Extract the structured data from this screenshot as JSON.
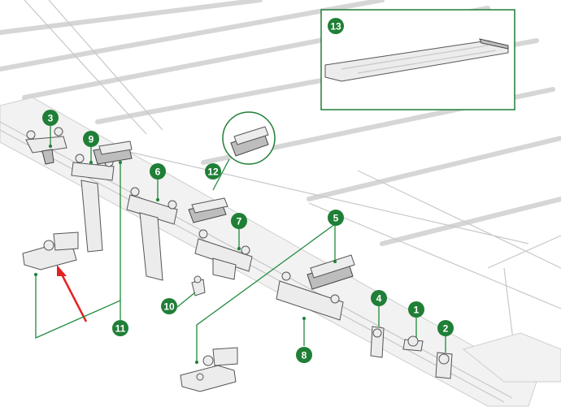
{
  "accent_color": "#1f7f36",
  "arrow_color": "#e32222",
  "callouts": [
    {
      "id": "c1",
      "label": "1"
    },
    {
      "id": "c2",
      "label": "2"
    },
    {
      "id": "c3",
      "label": "3"
    },
    {
      "id": "c4",
      "label": "4"
    },
    {
      "id": "c5",
      "label": "5"
    },
    {
      "id": "c6",
      "label": "6"
    },
    {
      "id": "c7",
      "label": "7"
    },
    {
      "id": "c8",
      "label": "8"
    },
    {
      "id": "c9",
      "label": "9"
    },
    {
      "id": "c10",
      "label": "10"
    },
    {
      "id": "c11",
      "label": "11"
    },
    {
      "id": "c12",
      "label": "12"
    },
    {
      "id": "c13",
      "label": "13"
    }
  ]
}
